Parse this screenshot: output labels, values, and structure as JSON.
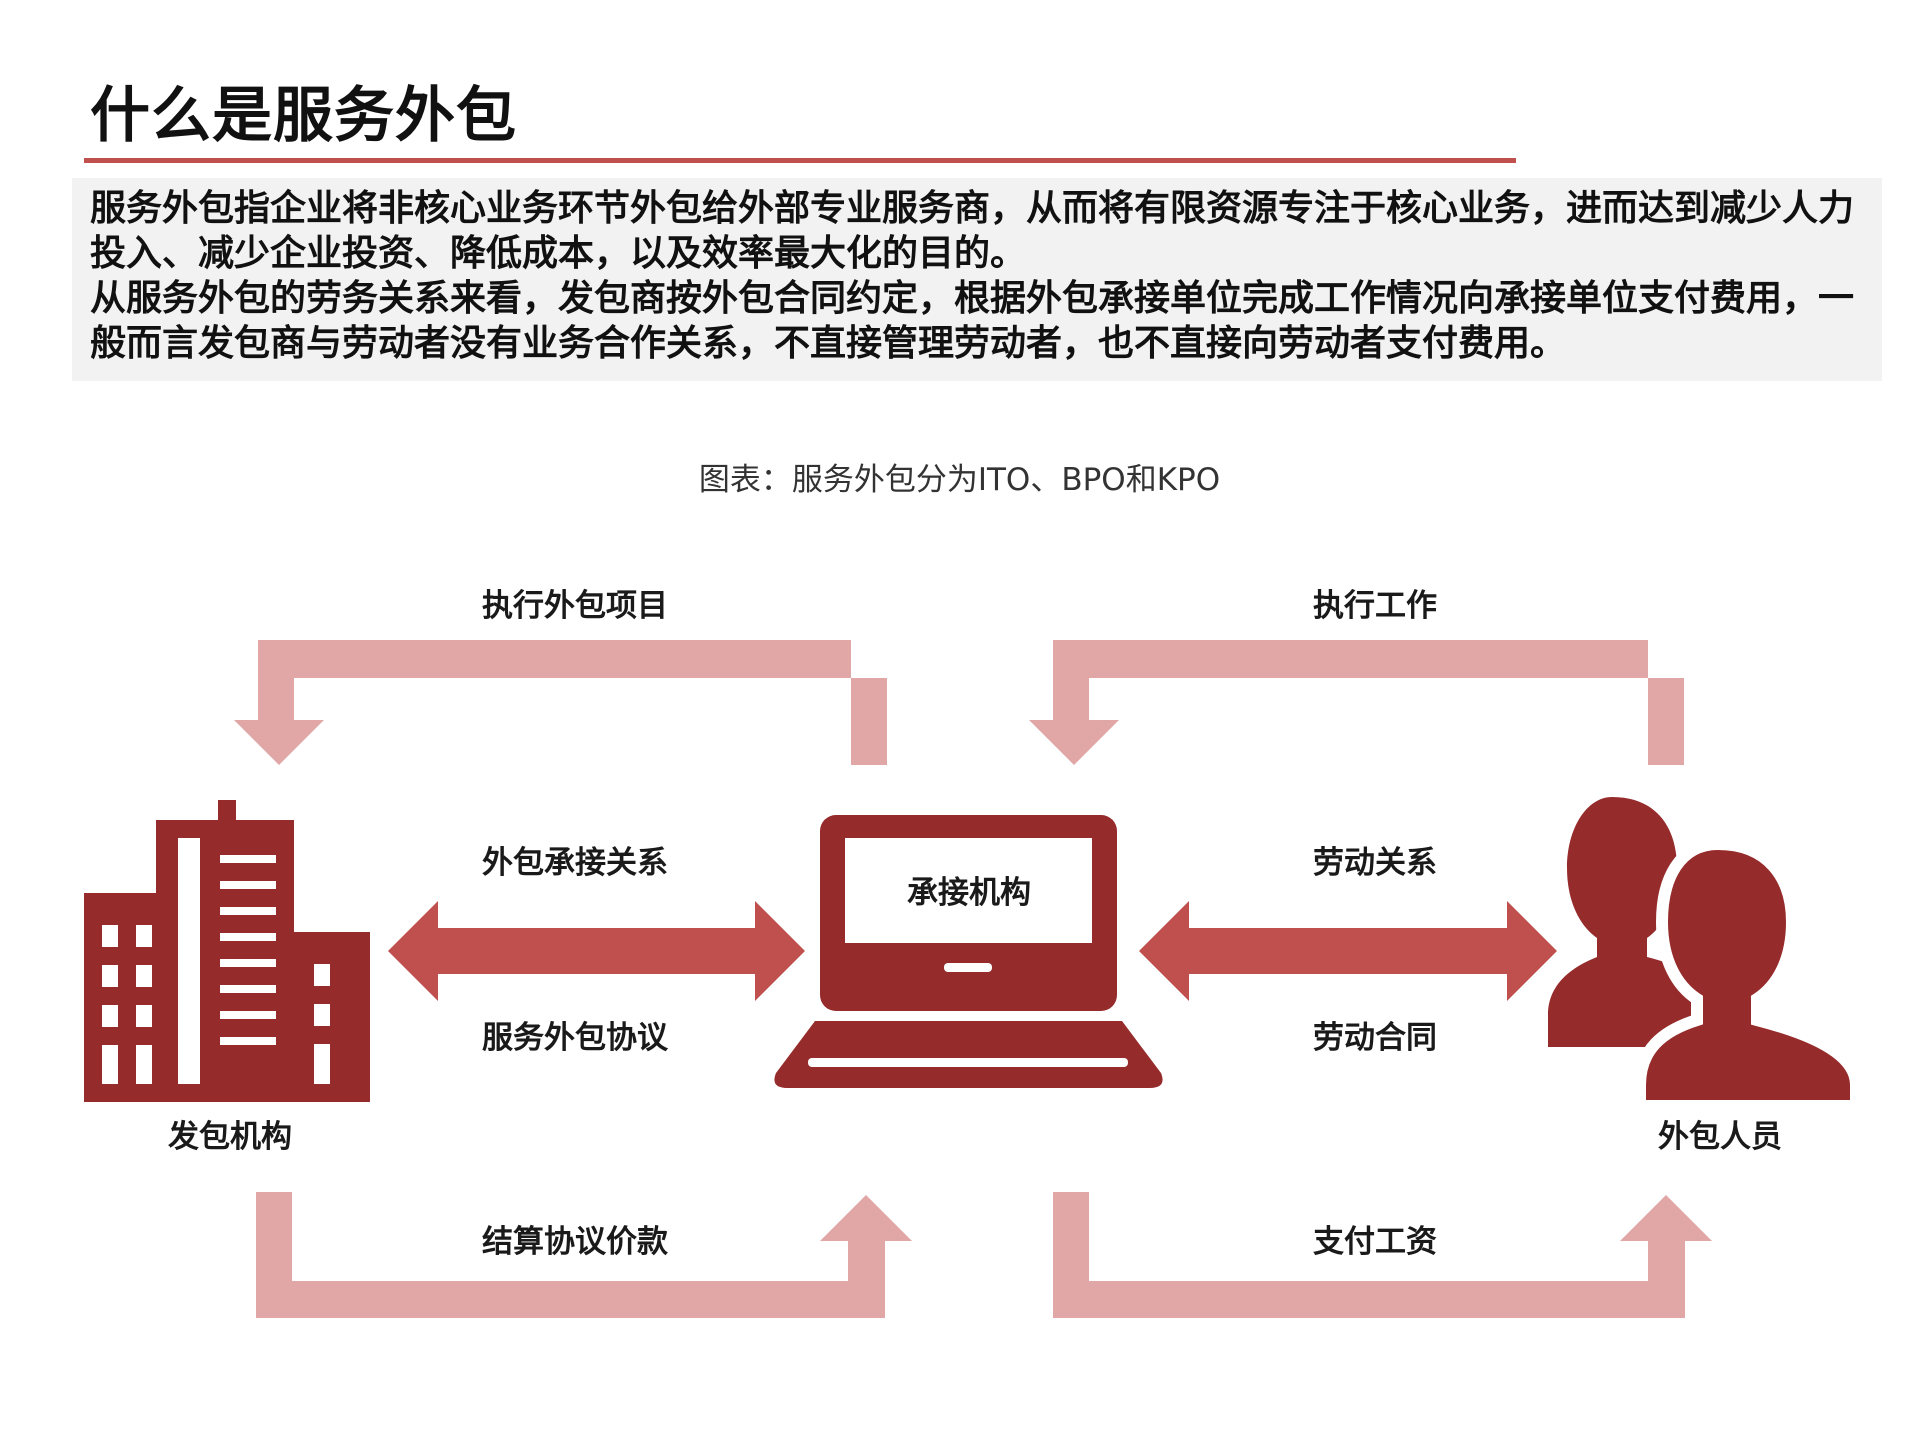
{
  "page": {
    "title": "什么是服务外包",
    "intro": {
      "paragraph1": "服务外包指企业将非核心业务环节外包给外部专业服务商，从而将有限资源专注于核心业务，进而达到减少人力投入、减少企业投资、降低成本，以及效率最大化的目的。",
      "paragraph2": "从服务外包的劳务关系来看，发包商按外包合同约定，根据外包承接单位完成工作情况向承接单位支付费用，一般而言发包商与劳动者没有业务合作关系，不直接管理劳动者，也不直接向劳动者支付费用。"
    }
  },
  "figure": {
    "caption": "图表：服务外包分为ITO、BPO和KPO",
    "nodes": {
      "client": "发包机构",
      "contractor": "承接机构",
      "workers": "外包人员"
    },
    "flows": {
      "top_left": "执行外包项目",
      "top_right": "执行工作",
      "mid_left_upper": "外包承接关系",
      "mid_left_lower": "服务外包协议",
      "mid_right_upper": "劳动关系",
      "mid_right_lower": "劳动合同",
      "bottom_left": "结算协议价款",
      "bottom_right": "支付工资"
    },
    "icons": {
      "client": "office-building-icon",
      "contractor": "laptop-icon",
      "workers": "people-icon"
    },
    "colors": {
      "accent": "#c0504d",
      "dark_red": "#962b2b",
      "light_red": "#e0a7a6",
      "intro_bg": "#f2f2f2"
    }
  }
}
